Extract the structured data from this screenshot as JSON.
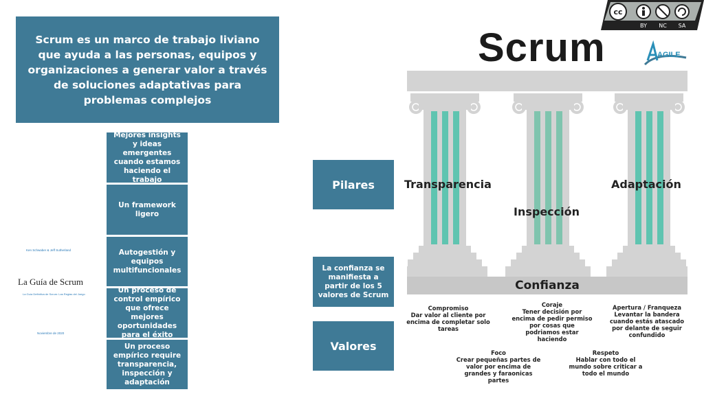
{
  "hero": {
    "text": "Scrum es un marco de trabajo liviano que ayuda a las personas, equipos y organizaciones a generar valor a través de soluciones adaptativas para problemas complejos"
  },
  "features": [
    "Mejores insights y ideas emergentes cuando estamos haciendo el trabajo",
    "Un framework ligero",
    "Autogestión y equipos multifuncionales",
    "Un proceso de control empírico que ofrece mejores oportunidades para el éxito",
    "Un proceso empírico require transparencia, inspección y adaptación"
  ],
  "guide": {
    "authors": "Ken Schwaber & Jeff Sutherland",
    "title": "La Guía de Scrum",
    "subtitle": "La Guía Definitiva de Scrum: Las Reglas del Juego",
    "date": "Noviembre de 2020"
  },
  "scrum_title": "Scrum",
  "logo_text": "AGILE",
  "license": {
    "by": "BY",
    "nc": "NC",
    "sa": "SA"
  },
  "labels": {
    "pilares": "Pilares",
    "confianza_note": "La confianza se manifiesta a partir de los 5 valores de Scrum",
    "valores": "Valores"
  },
  "pillars": [
    "Transparencia",
    "Inspección",
    "Adaptación"
  ],
  "base": "Confianza",
  "values": [
    {
      "name": "Compromiso",
      "desc": "Dar valor al cliente por encima de completar solo tareas"
    },
    {
      "name": "Coraje",
      "desc": "Tener decisión por encima de pedir permiso por cosas que podriamos estar haciendo"
    },
    {
      "name": "Apertura / Franqueza",
      "desc": "Levantar la bandera cuando estás atascado por delante de seguir confundido"
    },
    {
      "name": "Foco",
      "desc": "Crear pequeñas partes de valor por encima de grandes y faraonicas partes"
    },
    {
      "name": "Respeto",
      "desc": "Hablar con todo el mundo sobre criticar a todo el mundo"
    }
  ],
  "colors": {
    "box": "#3f7a96",
    "pillar_stripe": "#5fc4b0",
    "pillar_stone": "#d3d3d3"
  }
}
